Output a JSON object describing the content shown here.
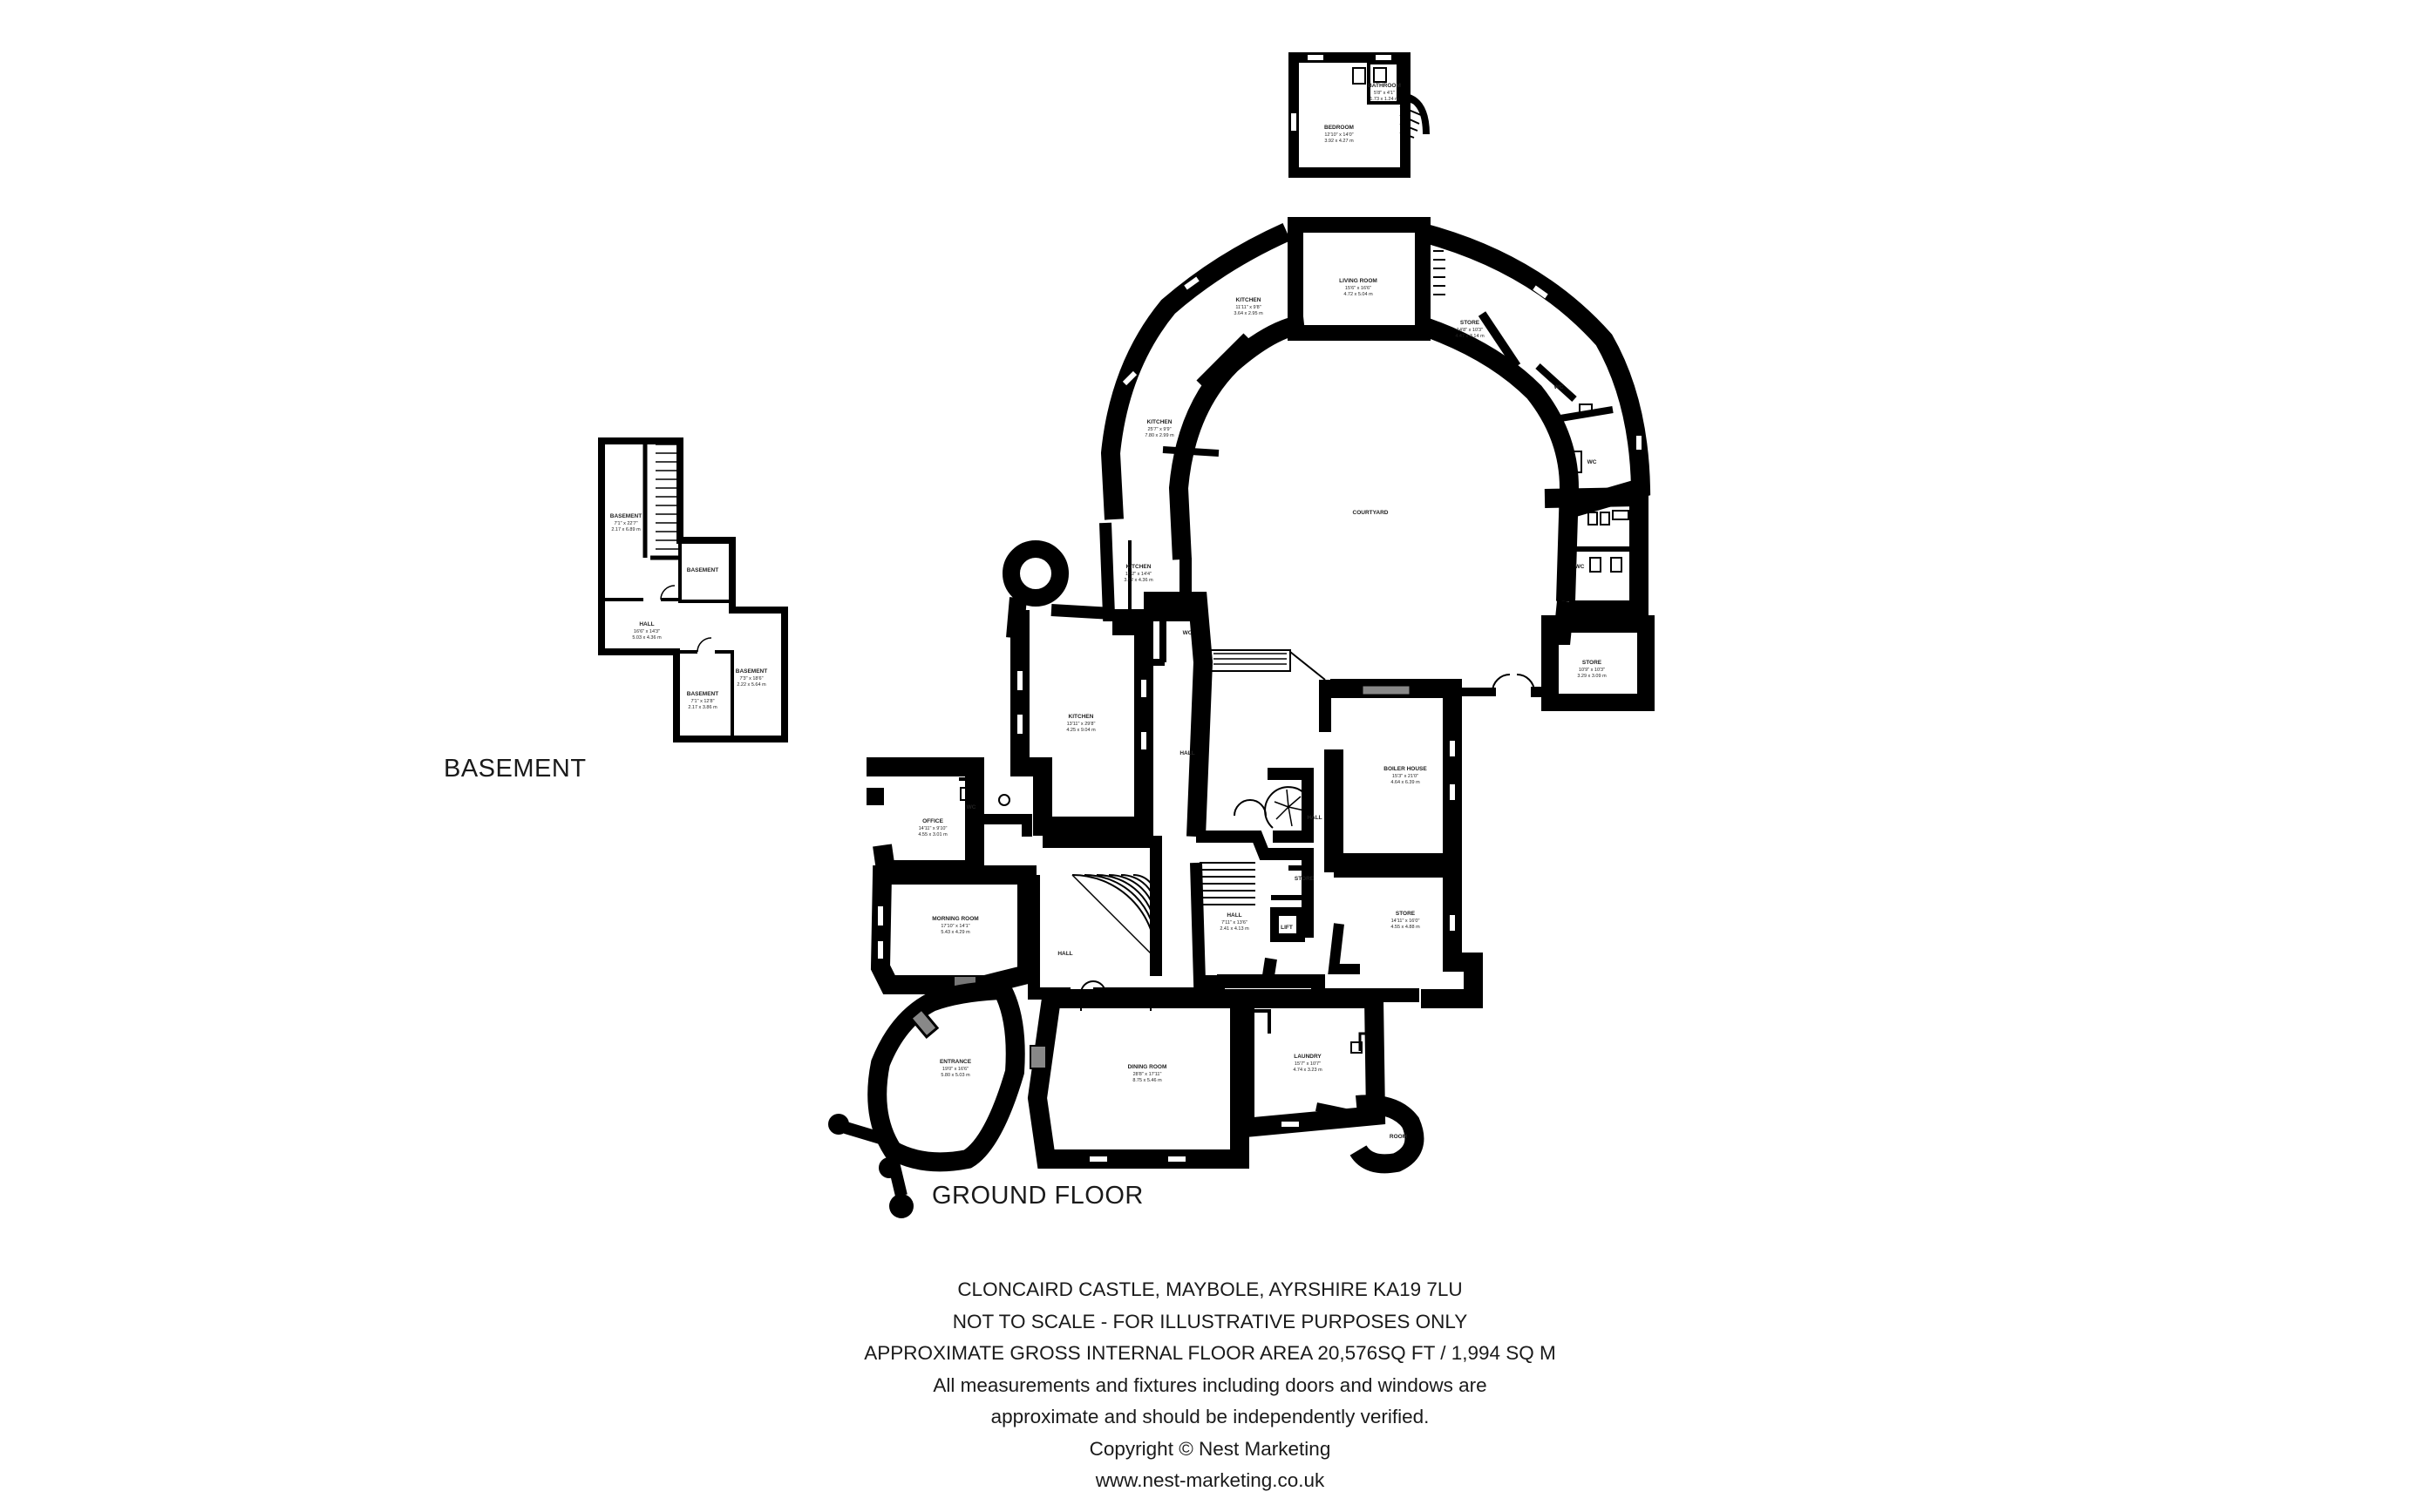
{
  "labels": {
    "basement": "BASEMENT",
    "ground_floor": "GROUND FLOOR"
  },
  "footer": {
    "lines": [
      "CLONCAIRD CASTLE, MAYBOLE, AYRSHIRE KA19 7LU",
      "NOT TO SCALE - FOR ILLUSTRATIVE PURPOSES ONLY",
      "APPROXIMATE GROSS INTERNAL FLOOR AREA 20,576SQ FT / 1,994 SQ M",
      "All measurements and fixtures including doors and windows are",
      "approximate and should be independently verified.",
      "Copyright © Nest Marketing",
      "www.nest-marketing.co.uk"
    ]
  },
  "rooms": [
    {
      "id": "bedroom",
      "name": "BEDROOM",
      "dims": [
        "12'10\" x 14'0\"",
        "3.92 x 4.27 m"
      ]
    },
    {
      "id": "bathroom",
      "name": "BATHROOM",
      "dims": [
        "5'8\" x 4'1\"",
        "1.73 x 1.24 m"
      ]
    },
    {
      "id": "living-room",
      "name": "LIVING ROOM",
      "dims": [
        "15'6\" x 16'6\"",
        "4.72 x 5.04 m"
      ]
    },
    {
      "id": "kitchen-1",
      "name": "KITCHEN",
      "dims": [
        "11'11\" x 9'8\"",
        "3.64 x 2.95 m"
      ]
    },
    {
      "id": "store-1",
      "name": "STORE",
      "dims": [
        "14'8\" x 10'3\"",
        "4.47 x 3.14 m"
      ]
    },
    {
      "id": "kitchen-2",
      "name": "KITCHEN",
      "dims": [
        "25'7\" x 9'9\"",
        "7.80 x 2.99 m"
      ]
    },
    {
      "id": "wc-1",
      "name": "WC",
      "dims": []
    },
    {
      "id": "wc-2",
      "name": "WC",
      "dims": []
    },
    {
      "id": "wc-3",
      "name": "WC",
      "dims": []
    },
    {
      "id": "courtyard",
      "name": "COURTYARD",
      "dims": []
    },
    {
      "id": "kitchen-3",
      "name": "KITCHEN",
      "dims": [
        "10'2\" x 14'4\"",
        "3.12 x 4.36 m"
      ]
    },
    {
      "id": "store-2",
      "name": "STORE",
      "dims": [
        "10'9\" x 10'3\"",
        "3.29 x 3.09 m"
      ]
    },
    {
      "id": "wc-4",
      "name": "WC",
      "dims": []
    },
    {
      "id": "kitchen-4",
      "name": "KITCHEN",
      "dims": [
        "13'11\" x 29'8\"",
        "4.25 x 9.04 m"
      ]
    },
    {
      "id": "hall-1",
      "name": "HALL",
      "dims": []
    },
    {
      "id": "boiler-house",
      "name": "BOILER HOUSE",
      "dims": [
        "15'3\" x 21'0\"",
        "4.64 x 6.39 m"
      ]
    },
    {
      "id": "hall-2",
      "name": "HALL",
      "dims": []
    },
    {
      "id": "office",
      "name": "OFFICE",
      "dims": [
        "14'11\" x 9'10\"",
        "4.55 x 3.01 m"
      ]
    },
    {
      "id": "wc-5",
      "name": "WC",
      "dims": []
    },
    {
      "id": "store-3",
      "name": "STORE",
      "dims": []
    },
    {
      "id": "hall-3",
      "name": "HALL",
      "dims": [
        "7'11\" x 13'6\"",
        "2.41 x 4.13 m"
      ]
    },
    {
      "id": "store-4",
      "name": "STORE",
      "dims": [
        "14'11\" x 16'0\"",
        "4.55 x 4.88 m"
      ]
    },
    {
      "id": "lift",
      "name": "LIFT",
      "dims": []
    },
    {
      "id": "morning-room",
      "name": "MORNING ROOM",
      "dims": [
        "17'10\" x 14'1\"",
        "5.43 x 4.29 m"
      ]
    },
    {
      "id": "hall-4",
      "name": "HALL",
      "dims": []
    },
    {
      "id": "entrance",
      "name": "ENTRANCE",
      "dims": [
        "19'0\" x 16'6\"",
        "5.80 x 5.03 m"
      ]
    },
    {
      "id": "dining-room",
      "name": "DINING ROOM",
      "dims": [
        "28'8\" x 17'11\"",
        "8.75 x 5.46 m"
      ]
    },
    {
      "id": "laundry",
      "name": "LAUNDRY",
      "dims": [
        "15'7\" x 10'7\"",
        "4.74 x 3.23 m"
      ]
    },
    {
      "id": "room",
      "name": "ROOM",
      "dims": []
    },
    {
      "id": "basement-1",
      "name": "BASEMENT",
      "dims": [
        "7'1\" x 22'7\"",
        "2.17 x 6.89 m"
      ]
    },
    {
      "id": "basement-2",
      "name": "BASEMENT",
      "dims": []
    },
    {
      "id": "hall-5",
      "name": "HALL",
      "dims": [
        "16'6\" x 14'3\"",
        "5.03 x 4.36 m"
      ]
    },
    {
      "id": "basement-3",
      "name": "BASEMENT",
      "dims": [
        "7'3\" x 18'6\"",
        "2.22 x 5.64 m"
      ]
    },
    {
      "id": "basement-4",
      "name": "BASEMENT",
      "dims": [
        "7'1\" x 12'8\"",
        "2.17 x 3.86 m"
      ]
    }
  ]
}
